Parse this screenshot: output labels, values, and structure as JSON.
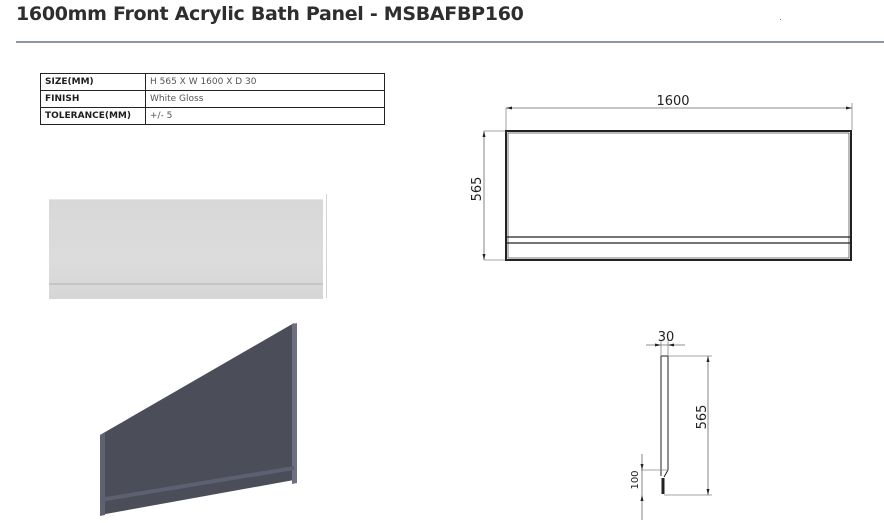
{
  "header": {
    "title": "1600mm Front Acrylic Bath Panel - MSBAFBP160"
  },
  "spec_table": {
    "rows": [
      {
        "label": "SIZE(MM)",
        "value": "H 565 X W 1600 X D 30"
      },
      {
        "label": "FINISH",
        "value": "White Gloss"
      },
      {
        "label": "TOLERANCE(MM)",
        "value": "+/- 5"
      }
    ]
  },
  "images": {
    "front_photo": "white-gloss-panel-photo",
    "iso_render": "panel-3d-render"
  },
  "front_drawing": {
    "width_label": "1600",
    "height_label": "565"
  },
  "side_drawing": {
    "depth_label": "30",
    "height_label": "565",
    "plinth_label": "100"
  },
  "colors": {
    "rule": "#8d979f",
    "render_face": "#4a4d58",
    "photo_face": "#d9d9d9",
    "line": "#222222"
  }
}
